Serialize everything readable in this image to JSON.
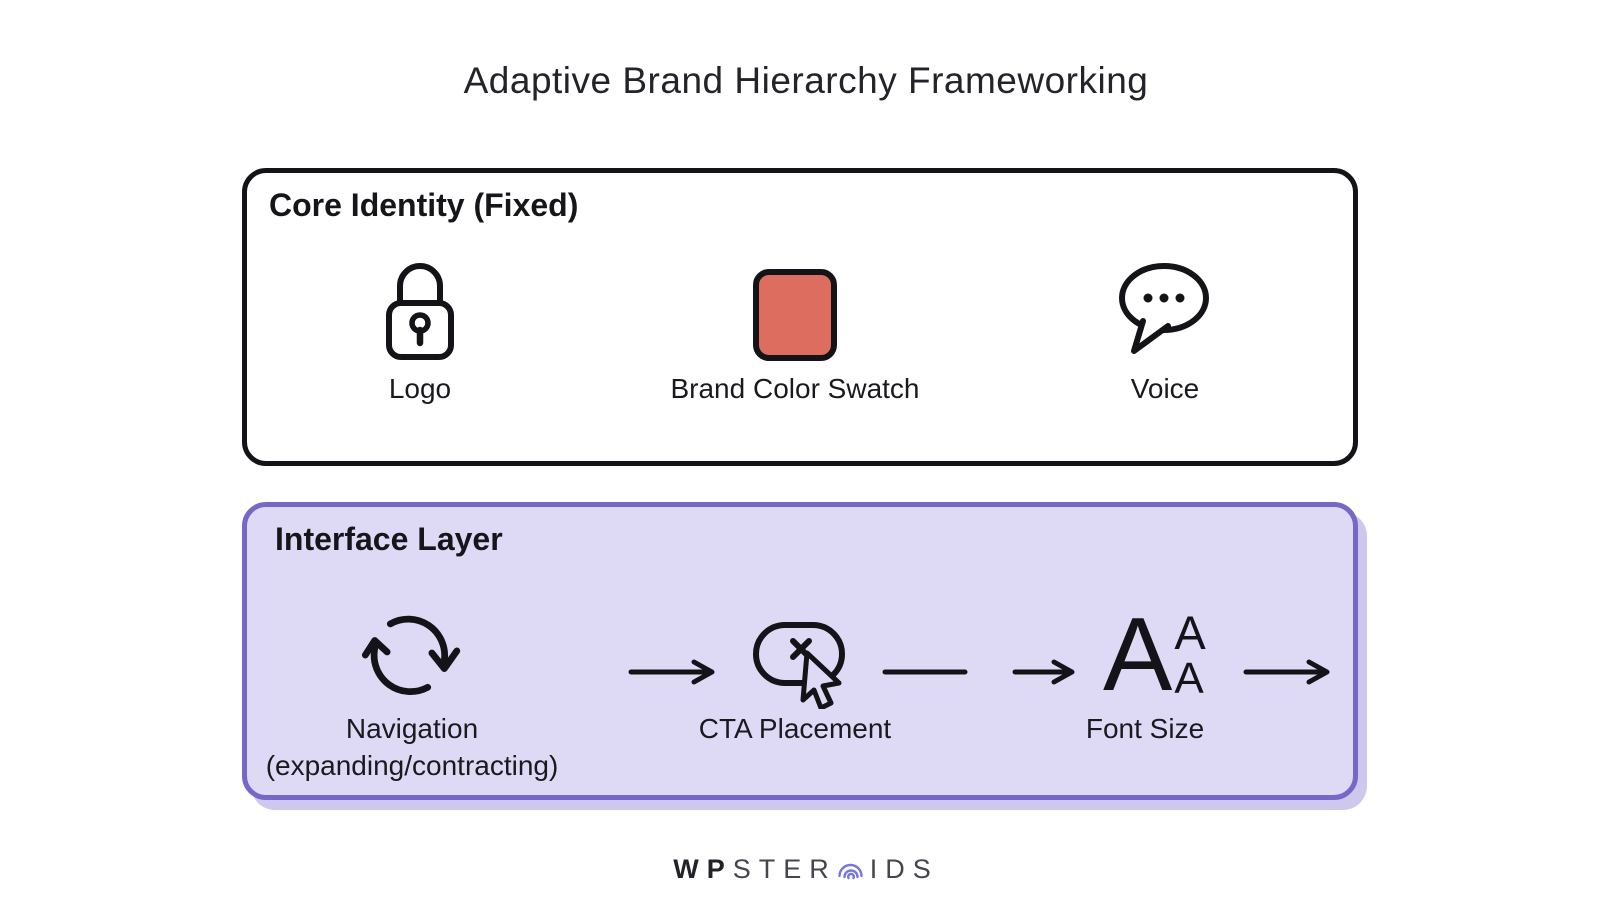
{
  "title": "Adaptive Brand Hierarchy Frameworking",
  "core_identity": {
    "heading": "Core Identity (Fixed)",
    "items": [
      {
        "icon": "lock-icon",
        "label": "Logo"
      },
      {
        "icon": "color-swatch",
        "label": "Brand Color Swatch",
        "swatch_color": "#dd6e5f"
      },
      {
        "icon": "speech-bubble-icon",
        "label": "Voice"
      }
    ]
  },
  "interface_layer": {
    "heading": "Interface Layer",
    "background_color": "#dedaf6",
    "border_color": "#7568c6",
    "items": [
      {
        "icon": "sync-arrows-icon",
        "label": "Navigation",
        "sublabel": "(expanding/contracting)"
      },
      {
        "icon": "cta-button-cursor-icon",
        "label": "CTA Placement"
      },
      {
        "icon": "font-size-icon",
        "label": "Font Size",
        "letters": [
          "A",
          "A",
          "A"
        ]
      }
    ]
  },
  "footer": {
    "brand_bold": "WP",
    "brand_mid": "STER",
    "brand_end": "IDS",
    "brand_icon": "sonar-arcs-icon",
    "brand_accent_color": "#7577d9"
  }
}
